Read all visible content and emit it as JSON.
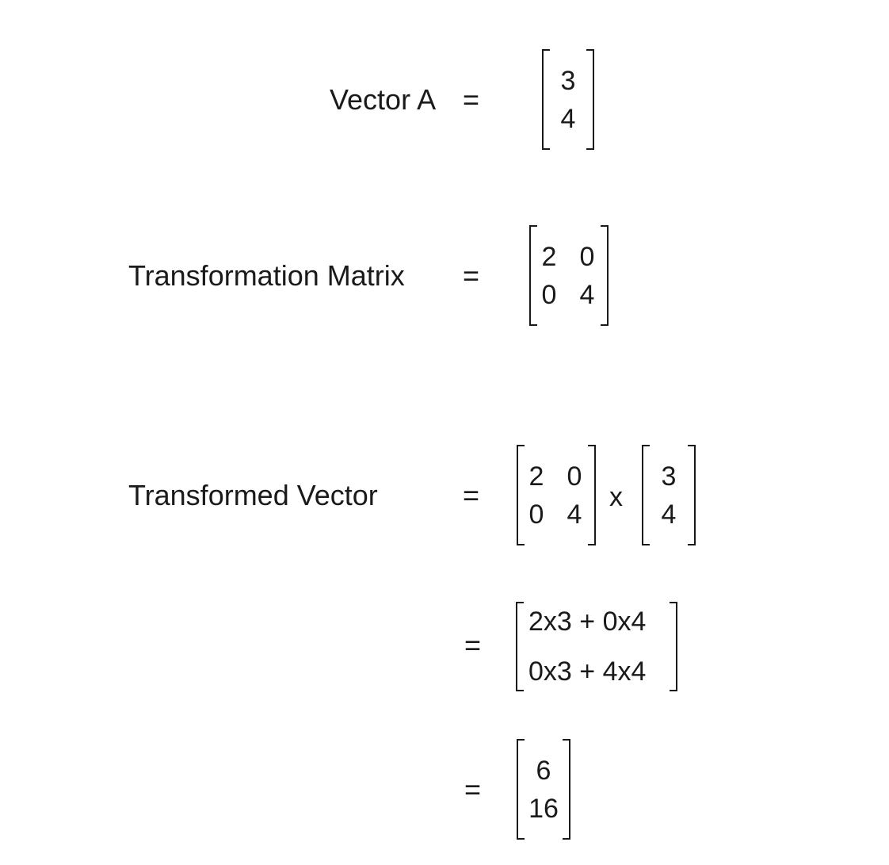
{
  "rows": [
    {
      "label": "Vector A",
      "equals": "=",
      "vector": [
        "3",
        "4"
      ]
    },
    {
      "label": "Transformation Matrix",
      "equals": "=",
      "matrix": [
        [
          "2",
          "0"
        ],
        [
          "0",
          "4"
        ]
      ]
    },
    {
      "label": "Transformed Vector",
      "equals": "=",
      "matrix": [
        [
          "2",
          "0"
        ],
        [
          "0",
          "4"
        ]
      ],
      "operator": "x",
      "vector": [
        "3",
        "4"
      ]
    },
    {
      "label": "",
      "equals": "=",
      "expanded": [
        "2x3 + 0x4",
        "0x3 + 4x4"
      ]
    },
    {
      "label": "",
      "equals": "=",
      "result": [
        "6",
        "16"
      ]
    }
  ]
}
